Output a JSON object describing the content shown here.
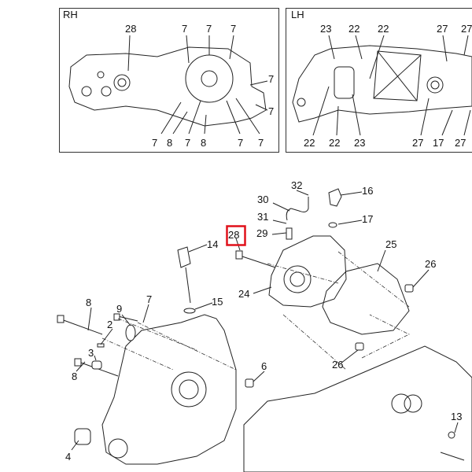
{
  "insets": {
    "rh": {
      "title": "RH",
      "top_labels": [
        "28",
        "7",
        "7",
        "7",
        "7",
        "7"
      ],
      "bottom_labels": [
        "7",
        "8",
        "7",
        "8",
        "7",
        "7"
      ]
    },
    "lh": {
      "title": "LH",
      "top_labels": [
        "23",
        "22",
        "22",
        "27",
        "27"
      ],
      "bottom_labels": [
        "22",
        "22",
        "23",
        "27",
        "17",
        "27"
      ]
    }
  },
  "callouts": [
    "32",
    "16",
    "30",
    "31",
    "17",
    "29",
    "28",
    "14",
    "25",
    "26",
    "24",
    "15",
    "8",
    "7",
    "9",
    "2",
    "3",
    "6",
    "26",
    "8",
    "4",
    "13"
  ],
  "highlighted_callout": "28",
  "colors": {
    "highlight": "#e0101a",
    "line": "#222222"
  }
}
